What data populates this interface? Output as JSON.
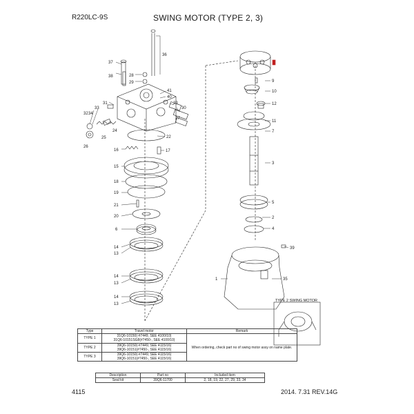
{
  "header": {
    "model": "R220LC-9S",
    "title": "SWING MOTOR (TYPE 2, 3)"
  },
  "footer": {
    "page": "4115",
    "date_rev": "2014. 7.31  REV.14G"
  },
  "callouts": {
    "c1": "1",
    "c2": "2",
    "c3": "3",
    "c4": "4",
    "c5": "5",
    "c6": "6",
    "c7": "7",
    "c9": "9",
    "c10": "10",
    "c11": "11",
    "c12": "12",
    "c13a": "13",
    "c13b": "13",
    "c13c": "13",
    "c14a": "14",
    "c14b": "14",
    "c14c": "14",
    "c15": "15",
    "c16": "16",
    "c17": "17",
    "c18": "18",
    "c19": "19",
    "c20": "20",
    "c21": "21",
    "c22": "22",
    "c23": "23",
    "c24": "24",
    "c25": "25",
    "c26": "26",
    "c27": "27",
    "c28": "28",
    "c29": "29",
    "c30": "30",
    "c31": "31",
    "c32": "32",
    "c33": "33",
    "c34": "34",
    "c35": "35",
    "c36": "36",
    "c37": "37",
    "c38": "38",
    "c39": "39",
    "c40": "40",
    "c41": "41"
  },
  "inset": {
    "title": "TYPE 2 SWING MOTOR"
  },
  "type_table": {
    "headers": [
      "Type",
      "Travel motor",
      "Remark"
    ],
    "rows": [
      {
        "type": "TYPE 1",
        "motor": "31Q6-10150(-#7449, SEE 4100/10)\n31Q6-10151SG8(#7450-, SEE 4100/10)"
      },
      {
        "type": "TYPE 2",
        "motor": "39Q6-10150(-#7449, SEE 4115/16)\n39Q6-10151(#7450-, SEE 4115/16)"
      },
      {
        "type": "TYPE 3",
        "motor": "39Q6-10150(-#7449, SEE 4115/16)\n39Q6-10151(#7450-, SEE 4115/16)"
      }
    ],
    "remark": "When ordering, check part no of swing motor assy on name plate."
  },
  "kit_table": {
    "headers": [
      "Description",
      "Part no",
      "Included item"
    ],
    "row": {
      "description": "Seal kit",
      "part_no": "39Q6-11700",
      "items": "2, 18, 19, 22, 27, 29, 33, 34"
    }
  }
}
